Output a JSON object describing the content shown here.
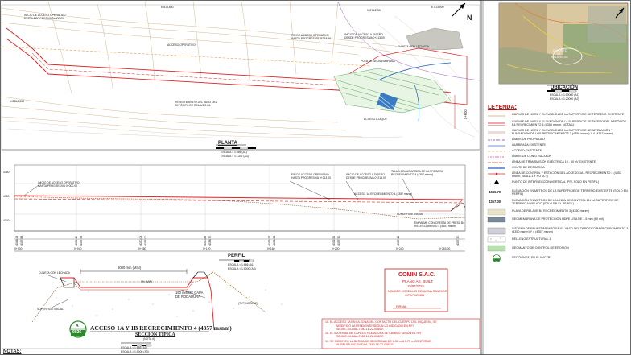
{
  "plan": {
    "title": "PLANTA",
    "scale1": "ESCALA = 1:666 (A1)",
    "scale2": "ESCALA = 1:1332 (A3)",
    "labels": {
      "inicio": [
        "INICIO DE ACCESO OPERATIVO",
        "HASTA PROGRESIVA 0+000.00"
      ],
      "acceso_operativo": "ACCESO OPERATIVO",
      "fin": [
        "FIN DE ACCESO OPERATIVO",
        "HASTA PROGRESIVA 0+213.00"
      ],
      "inicio_diseno": [
        "INICIO DE ACCESO A DISEÑO",
        "DESDE PROGRESIVA 0+213.00"
      ],
      "cuneta": "CUNETA CON LECHADA",
      "poza": "POZA DE GEOMEMBRANA",
      "revestimiento": [
        "REVESTIMIENTO DEL VASO DEL",
        "DEPÓSITO DE RELAVES B4"
      ],
      "acceso_dique": "ACCESO A DIQUE",
      "progresiva_0600": "0+600",
      "coord1": "E 813,800",
      "coord2": "E 813,900",
      "coord3": "N 8'862,500",
      "coord4": "N 8'862,800"
    },
    "north": "N"
  },
  "location": {
    "title": "UBICACIÓN",
    "scale1": "ESCALA = 1:10000 (A1)",
    "scale2": "ESCALA = 1:20000 (A3)",
    "deposit": [
      "DEPÓSITO",
      "DE",
      "RELAVES B4"
    ]
  },
  "profile": {
    "title": "PERFIL",
    "scale1": "ESCALA = 1:666 (A1)",
    "scale2": "ESCALA = 1:1000 (A3)",
    "elevations_left": [
      "4360",
      "4350",
      "4340"
    ],
    "labels": {
      "inicio": [
        "INICIO DE ACCESO OPERATIVO",
        "HASTA PROGRESIVA 0+000.00"
      ],
      "fin": [
        "FIN DE ACCESO OPERATIVO",
        "HASTA PROGRESIVA 0+213.00"
      ],
      "inicio_diseno": [
        "INICIO DE ACCESO A DISEÑO",
        "DESDE PROGRESIVA 0+213.00"
      ],
      "talud": [
        "TALUD AGUAS ARRIBA DE LA PRESA B4",
        "RECRECIMIENTO 4 (4357 msnm)"
      ],
      "acceso": "ACCESO 1A RECRECIMIENTO 4 (4357 msnm)",
      "superficie": "SUPERFICIE INICIAL",
      "empalme": [
        "EMPALME CON CRESTA DE PRESA B4",
        "RECRECIMIENTO 4 (4357 msnm)"
      ]
    },
    "stations": [
      "0+000",
      "0+040",
      "0+080",
      "0+120",
      "0+160",
      "0+200",
      "0+240",
      "0+263.00"
    ],
    "values": [
      "4348.19",
      "4357.88",
      "4351.40",
      "4357.59",
      "4350.06",
      "4357.00",
      "4350.85",
      "4358.70",
      "4356.27",
      "4356.96",
      "4352.51",
      "4357.30",
      "4357.42",
      "4357.30"
    ]
  },
  "section": {
    "badge_top": "A",
    "badge_bottom": "0026",
    "title": "ACCESO 1A Y 1B RECRECIMIENTO 4 (4357 msnm)",
    "subtitle": "SECCIÓN TÍPICA",
    "note": "(NOTA 4)",
    "scale1": "ESCALA = 1:666 (A1)",
    "scale2": "ESCALA = 1:1000 (A3)",
    "labels": {
      "cuneta": "CUNETA CON LECHADA",
      "width": "8000 mm (MIN)",
      "slope": "1% (MIN)",
      "capa": [
        "150 mm DE CAPA",
        "DE RODADURA"
      ],
      "superficie": "SUPERFICIE INICIAL",
      "typ": "(TYP, NOTA 12)"
    }
  },
  "notas": "NOTAS:",
  "stamp": {
    "company": "COMIN S.A.C.",
    "plan": "PLANO AS_BUILT",
    "date": "15/07/2025",
    "name": "NOMBRE: JOSE LUIS REQUENA SANCHEZ",
    "cip": "CIP N° 123456",
    "firma": "FIRMA:"
  },
  "notes_red": [
    "15. EL ACCESO 1A EN LA ZONA DEL CONTACTO DEL CUERPO DEL DIQUE B4, SE",
    "MODIFICÓ LA PENDIENTE SEGÚN LO INDICADO EN RFI",
    "SB-06C-04-DAA-7180-18-22-0080-E",
    "16. EL MATERIAL DE CAPA DE RODADURA SE CAMBIÓ SEGÚN EL RFI",
    "SB-06C-04-DAA-7180-18-22-0082-E",
    "17. SE MODIFICÓ LA BERMA DE SEGURIDAD DE 0.50 m A 0.75 m CONFORME",
    "AL RFI SB-06C-04-DAA-7180-18-22-0083-E"
  ],
  "legend": {
    "title": "LEYENDA:",
    "items": [
      "CURVAS DE NIVEL Y ELEVACIÓN DE LA SUPERFICIE DE TERRENO EXISTENTE",
      "CURVAS DE NIVEL Y ELEVACIÓN DE LA SUPERFICIE DE DISEÑO DEL DEPÓSITO B4 RECRECIMIENTO 3 (4350 msnm, NOTA 1)",
      "CURVAS DE NIVEL Y ELEVACIÓN DE LA SUPERFICIE DE NIVELACIÓN Y FUNDACIÓN DE LOS RECRECIMIENTOS 3 (4350 msnm) Y 4 (4357 msnm)",
      "LÍMITE DE PROPIEDAD",
      "QUEBRADA EXISTENTE",
      "ACCESO EXISTENTE",
      "LÍMITE DE CONSTRUCCIÓN",
      "LÍNEA DE TRANSMISIÓN ELÉCTRICA 10 - 60 kV EXISTENTE",
      "CHUTE DE DESCARGA",
      "LÍNEA DE CONTROL Y ESTACIÓN DEL ACCESO 1A - RECRECIMIENTO 4 (4357 msnm, TABLA 1 Y NOTA 2)",
      "PUNTO DE INTERSECCIÓN VERTICAL (PIV, SOLO EN PERFIL)",
      "ELEVACIÓN EN METROS DE LA SUPERFICIE DE TERRENO EXISTENTE (SOLO EN PERFIL)",
      "ELEVACIÓN EN METROS DE LA LÍNEA DE CONTROL EN LA SUPERFICIE DE TERRENO NIVELADO (SOLO EN EL PERFIL)",
      "PLAYA DE RELAVE B4 RECRECIMIENTO 3 (4350 msnm)",
      "GEOMEMBRANA DE PROTECCIÓN HDPE LISA DE 1.5 mm (60 mil)",
      "SISTEMA DE REVESTIMIENTO EN EL VASO DEL DEPÓSITO B4 RECRECIMIENTO 3 (4350 msnm) Y 4 (4357 msnm)",
      "RELLENO ESTRUCTURAL 1",
      "GEOMANTO DE CONTROL DE EROSIÓN",
      "SECCIÓN \"A\" EN PLANO \"B\""
    ],
    "elev1": "4346.70",
    "elev2": "4357.00"
  }
}
